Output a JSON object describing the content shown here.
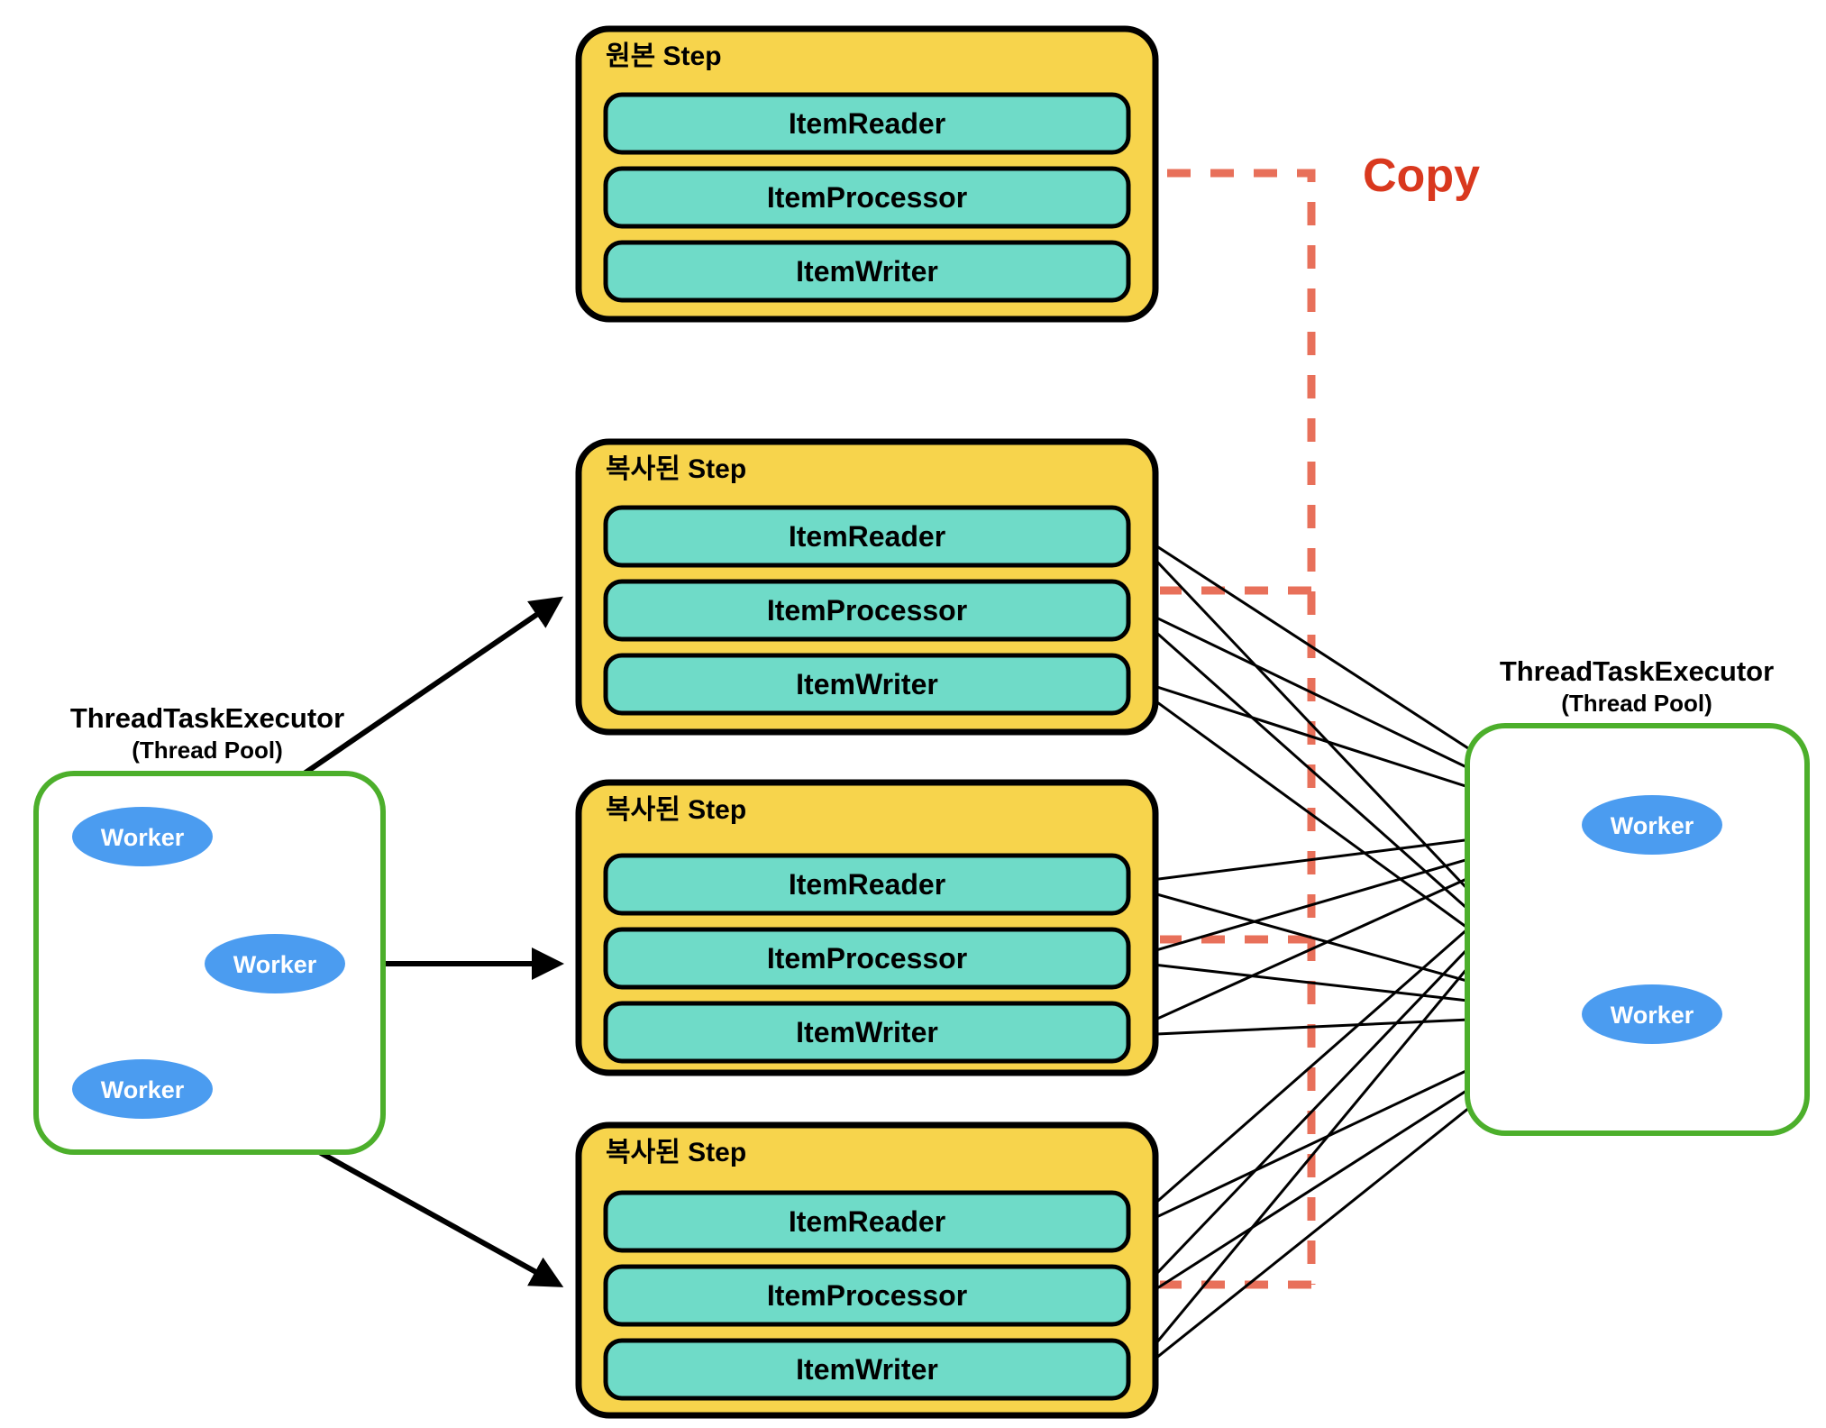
{
  "diagram": {
    "title_original_step": "원본 Step",
    "title_copied_step": "복사된 Step",
    "copy_label": "Copy",
    "component_reader": "ItemReader",
    "component_processor": "ItemProcessor",
    "component_writer": "ItemWriter",
    "pool_title": "ThreadTaskExecutor",
    "pool_subtitle": "(Thread Pool)",
    "worker_label": "Worker",
    "colors": {
      "step_fill": "#F7D44C",
      "component_fill": "#6FDBC8",
      "pool_border": "#4CAF2B",
      "worker_fill": "#4B9CF0",
      "copy_text": "#D9381E",
      "copy_line": "#E8705A",
      "outline": "#000000",
      "background": "#FFFFFF"
    },
    "steps": [
      {
        "id": "original-step",
        "title": "원본 Step",
        "components": [
          "ItemReader",
          "ItemProcessor",
          "ItemWriter"
        ]
      },
      {
        "id": "copied-step-1",
        "title": "복사된 Step",
        "components": [
          "ItemReader",
          "ItemProcessor",
          "ItemWriter"
        ]
      },
      {
        "id": "copied-step-2",
        "title": "복사된 Step",
        "components": [
          "ItemReader",
          "ItemProcessor",
          "ItemWriter"
        ]
      },
      {
        "id": "copied-step-3",
        "title": "복사된 Step",
        "components": [
          "ItemReader",
          "ItemProcessor",
          "ItemWriter"
        ]
      }
    ],
    "left_pool": {
      "title": "ThreadTaskExecutor",
      "subtitle": "(Thread Pool)",
      "workers": [
        "Worker",
        "Worker",
        "Worker"
      ]
    },
    "right_pool": {
      "title": "ThreadTaskExecutor",
      "subtitle": "(Thread Pool)",
      "workers": [
        "Worker",
        "Worker"
      ]
    }
  }
}
